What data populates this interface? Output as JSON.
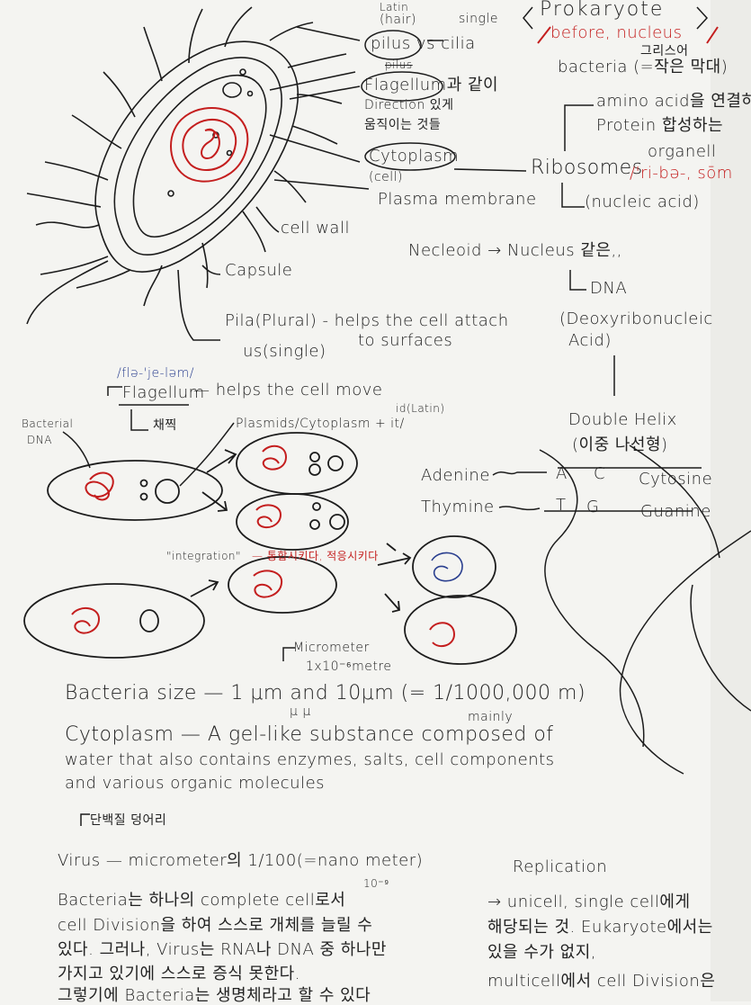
{
  "top_right": {
    "latin": "Latin",
    "hair": "(hair)",
    "single": "single",
    "pilus_vs_cilia": "pilus vs cilia",
    "pilus_plural": "pilus",
    "prokaryote": "Prokaryote",
    "before_nucleus": "before, nucleus",
    "greek": "그리스어",
    "bacteria_small_rod": "bacteria (=작은 막대)",
    "flagellum_like": "Flagellum과 같이",
    "direction": "Direction 있게",
    "moving": "움직이는 것들",
    "cytoplasm": "Cytoplasm",
    "cell_paren": "(cell)",
    "plasma_membrane": "Plasma membrane",
    "amino": "amino acid을 연결하",
    "protein": "Protein 합성하는",
    "organell": "organell",
    "ribosomes": "Ribosomes",
    "ribosomes_pron": "/'ri-bə-, sōm",
    "nucleic_acid": "(nucleic acid)",
    "cell_wall": "cell wall",
    "capsule": "Capsule",
    "nucleoid": "Necleoid → Nucleus 같은,,",
    "dna": "DNA",
    "dna_full_1": "(Deoxyribonucleic",
    "dna_full_2": "Acid)"
  },
  "middle": {
    "pila": "Pila(Plural) - helps the cell attach",
    "us_single": "us(single)",
    "to_surfaces": "to surfaces",
    "flagellum_pron": "/flə-'je-ləm/",
    "flagellum": "Flagellum",
    "helps_move": "— helps the cell move",
    "whip": "채찍",
    "bacterial_dna_1": "Bacterial",
    "bacterial_dna_2": "DNA",
    "id_latin": "id(Latin)",
    "plasmids": "Plasmids/Cytoplasm + it/",
    "integration": "\"integration\"",
    "integration_kr": "— 통합시키다, 적응시키다",
    "double_helix": "Double Helix",
    "double_helix_kr": "(이중 나선형)",
    "adenine": "Adenine",
    "thymine": "Thymine",
    "cytosine": "Cytosine",
    "guanine": "Guanine",
    "a": "A",
    "c": "C",
    "t": "T",
    "g": "G"
  },
  "lower": {
    "micrometer": "Micrometer",
    "micrometer_val": "1x10⁻⁶metre",
    "bacteria_size": "Bacteria size — 1 μm and 10μm (= 1/1000,000 m)",
    "mu": "μ  μ",
    "mainly": "mainly",
    "cytoplasm_def_1": "Cytoplasm — A gel-like substance composed of",
    "cytoplasm_def_2": "water that also contains enzymes, salts, cell components",
    "cytoplasm_def_3": "and various organic molecules",
    "protein_lump": "단백질 덩어리",
    "virus": "Virus — micrometer의 1/100(=nano meter)",
    "ten_minus_nine": "10⁻⁹",
    "replication": "Replication",
    "bacteria_complete": "Bacteria는 하나의 complete cell로서",
    "cell_division": "cell Division을 하여 스스로 개체를 늘릴 수",
    "virus_rna": "있다. 그러나, Virus는 RNA나 DNA 중 하나만",
    "cannot_multiply": "가지고 있기에 스스로 증식 못한다.",
    "therefore": "그렇기에 Bacteria는 생명체라고 할 수 있다",
    "unicell": "→ unicell, single cell에게",
    "applies": "해당되는 것. Eukaryote에서는",
    "cannot": "있을 수가 없지,",
    "multicell": "multicell에서 cell Division은"
  },
  "colors": {
    "ink": "#1c1c1c",
    "red": "#c41e1e",
    "blue": "#2a3f8f",
    "paper": "#f4f4f1"
  }
}
